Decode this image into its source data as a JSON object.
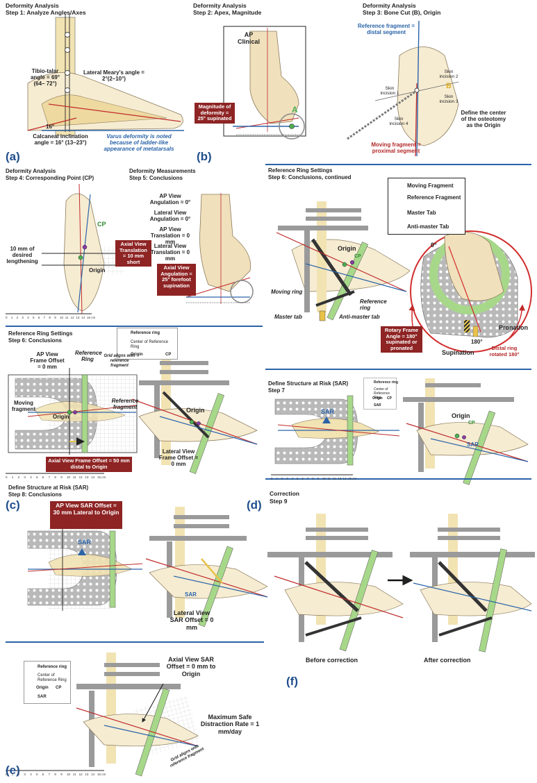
{
  "panel_letters": {
    "a": "(a)",
    "b": "(b)",
    "c": "(c)",
    "d": "(d)",
    "e": "(e)",
    "f": "(f)"
  },
  "s1": {
    "title": "Deformity Analysis",
    "step": "Step 1: Analyze Angles/Axes",
    "tibiotalar": "Tibio-talar angle = 69° (64– 72°)",
    "meary": "Lateral Meary's angle = 2°(2–10°)",
    "angle16": "16°",
    "calcaneal": "Calcaneal inclination angle = 16° (13–23°)",
    "varus": "Varus deformity is noted because of ladder-like appearance of metatarsals"
  },
  "s2": {
    "title": "Deformity Analysis",
    "step": "Step 2: Apex, Magnitude",
    "ap_clinical": "AP Clinical",
    "apex_letter": "A",
    "magnitude": "Magnitude of deformity = 25° supinated"
  },
  "s3": {
    "title": "Deformity Analysis",
    "step": "Step 3: Bone Cut (B), Origin",
    "ref_fragment": "Reference fragment = distal segment",
    "skin2": "Skin incision 2",
    "b_letter": "B",
    "skin1": "Skin incision 1",
    "skin3": "Skin incision 3",
    "skin4": "Skin incision 4",
    "define": "Define the center of the osteotomy as the Origin",
    "moving": "Moving fragment = proximal segment"
  },
  "s4": {
    "title": "Deformity Analysis",
    "step": "Step 4: Corresponding Point (CP)",
    "cp": "CP",
    "lengthening": "10 mm of desired lengthening",
    "axial": "Axial View Translation = 10 mm short",
    "origin": "Origin"
  },
  "s5": {
    "title": "Deformity Measurements",
    "step": "Step 5: Conclusions",
    "ap_ang": "AP View Angulation = 0°",
    "lat_ang": "Lateral View Angulation = 0°",
    "ap_trans": "AP View Translation = 0 mm",
    "lat_trans": "Lateral View Translation = 0 mm",
    "axial_ang": "Axial View Angulation = 25° forefoot supination"
  },
  "s6b": {
    "title": "Reference Ring Settings",
    "step": "Step 6: Conclusions, continued",
    "origin": "Origin",
    "cp": "CP",
    "moving_ring": "Moving ring",
    "ref_ring": "Reference ring",
    "master_tab": "Master tab",
    "anti_master": "Anti-master tab",
    "legend": [
      "Moving Fragment",
      "Reference Fragment",
      "Master Tab",
      "Anti-master Tab"
    ],
    "zero": "0°",
    "pronation": "Pronation",
    "supination": "Supination",
    "deg180": "180°",
    "distal_rotated": "Distal ring rotated 180°",
    "rotary": "Rotary Frame Angle = 180° supinated or pronated"
  },
  "s6c": {
    "title": "Reference Ring Settings",
    "step": "Step 6: Conclusions",
    "legend": {
      "ref_ring": "Reference ring",
      "center": "Center of Reference Ring",
      "origin": "Origin",
      "cp": "CP"
    },
    "ap_offset": "AP View Frame Offset = 0 mm",
    "ref_ring_tag": "Reference Ring",
    "grid_note": "Grid aligns with reference fragment",
    "moving_frag": "Moving fragment",
    "ref_frag": "Reference fragment",
    "origin": "Origin",
    "origin2": "Origin",
    "lat_offset": "Lateral View Frame Offset = 0 mm",
    "axial_offset": "Axial View Frame Offset = 50 mm distal to Origin"
  },
  "s7": {
    "title": "Define Structure at Risk (SAR)",
    "step": "Step 7",
    "legend": {
      "ref_ring": "Reference ring",
      "center": "Center of Reference Ring",
      "origin": "Origin",
      "cp": "CP",
      "sar": "SAR"
    },
    "sar": "SAR",
    "origin": "Origin",
    "cp": "CP",
    "sar2": "SAR"
  },
  "s8": {
    "title": "Define Structure at Risk (SAR)",
    "step": "Step 8: Conclusions",
    "ap_sar": "AP View SAR Offset = 30 mm Lateral to Origin",
    "sar": "SAR",
    "sar2": "SAR",
    "lat_sar": "Lateral View SAR Offset = 0 mm"
  },
  "s9": {
    "title": "Correction",
    "step": "Step 9",
    "before": "Before correction",
    "after": "After correction"
  },
  "se": {
    "legend": {
      "ref_ring": "Reference ring",
      "center": "Center of Reference Ring",
      "origin": "Origin",
      "cp": "CP",
      "sar": "SAR"
    },
    "axial_sar": "Axial View SAR Offset = 0 mm to Origin",
    "max_rate": "Maximum Safe Distraction Rate = 1 mm/day",
    "grid_note": "Grid aligns with reference fragment"
  },
  "ruler_ticks": [
    "0",
    "1",
    "2",
    "3",
    "4",
    "5",
    "6",
    "7",
    "8",
    "9",
    "10",
    "11",
    "12",
    "13",
    "14",
    "15 cm"
  ],
  "colors": {
    "accent_blue": "#2a63a8",
    "accent_red": "#b22727",
    "ring_green": "#8cc46a",
    "panel_label": "#1f4e8c",
    "bone": "#f2e3b3"
  }
}
